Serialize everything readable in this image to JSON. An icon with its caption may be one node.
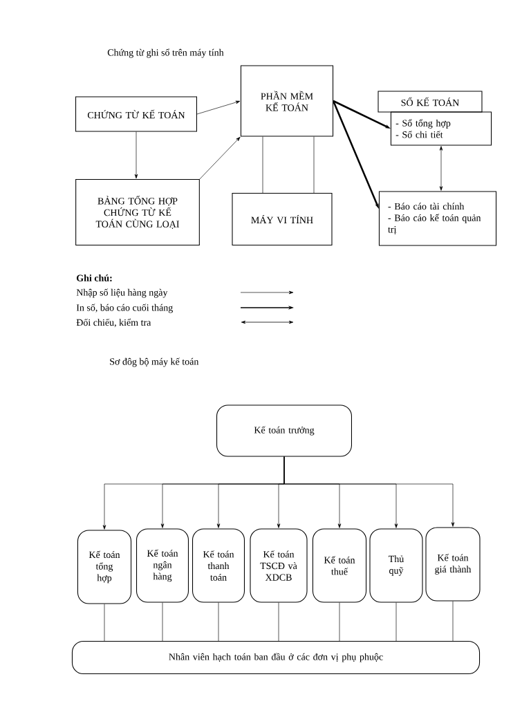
{
  "diagram": {
    "nodes": [
      {
        "text": [
          "CHỨNG TỪ KẾ TOÁN"
        ]
      },
      {
        "text": [
          "BẢNG TỔNG HỢP CHỨNG TỪ KẾ TOÁN CÙNG LOẠI"
        ]
      },
      {
        "text": [
          "PHẦN MỀM KẾ TOÁN"
        ]
      },
      {
        "text": [
          "MÁY VI TÍNH"
        ]
      },
      {
        "text": [
          "SỔ KẾ TOÁN"
        ]
      },
      {
        "text": [
          "- Sổ tổng hợp",
          "- Sổ chi tiết"
        ]
      },
      {
        "text": [
          "- Báo cáo tài chính",
          "- Báo cáo kế toán quản trị"
        ]
      },
      {
        "text": [
          "Kế toán trưởng"
        ]
      },
      {
        "text": [
          "Kế toán tổng hợp"
        ]
      },
      {
        "text": [
          "Kế toán ngân hàng"
        ]
      },
      {
        "text": [
          "Kế toán thanh toán"
        ]
      },
      {
        "text": [
          "Kế toán TSCĐ và XDCB"
        ]
      },
      {
        "text": [
          "Kế toán thuế"
        ]
      },
      {
        "text": [
          "Thủ quỹ"
        ]
      },
      {
        "text": [
          "Kế toán giá thành"
        ]
      },
      {
        "text": [
          "Nhân viên hạch toán ban đầu ở các đơn vị phụ phuộc"
        ]
      }
    ],
    "edges": [
      {
        "from": 0,
        "to": 2,
        "arrow": "to"
      },
      {
        "from": 0,
        "to": 1,
        "arrow": "to"
      },
      {
        "from": 1,
        "to": 2,
        "arrow": "to"
      },
      {
        "from": 2,
        "to": 5,
        "arrow": "to",
        "style": "thick"
      },
      {
        "from": 2,
        "to": 6,
        "arrow": "to",
        "style": "thick"
      },
      {
        "from": 5,
        "to": 6,
        "arrow": "both"
      },
      {
        "from": 2,
        "to": 3,
        "arrow": "none"
      },
      {
        "from": 2,
        "to": 3,
        "arrow": "none"
      },
      {
        "from": 7,
        "to": 8,
        "arrow": "to"
      },
      {
        "from": 7,
        "to": 9,
        "arrow": "to"
      },
      {
        "from": 7,
        "to": 10,
        "arrow": "to"
      },
      {
        "from": 7,
        "to": 11,
        "arrow": "to"
      },
      {
        "from": 7,
        "to": 12,
        "arrow": "to"
      },
      {
        "from": 7,
        "to": 13,
        "arrow": "to"
      },
      {
        "from": 7,
        "to": 14,
        "arrow": "to"
      },
      {
        "from": 8,
        "to": 15,
        "arrow": "none"
      },
      {
        "from": 9,
        "to": 15,
        "arrow": "none"
      },
      {
        "from": 10,
        "to": 15,
        "arrow": "none"
      },
      {
        "from": 11,
        "to": 15,
        "arrow": "none"
      },
      {
        "from": 12,
        "to": 15,
        "arrow": "none"
      },
      {
        "from": 13,
        "to": 15,
        "arrow": "none"
      },
      {
        "from": 14,
        "to": 15,
        "arrow": "none"
      }
    ],
    "labels": [
      "Chứng từ ghi sổ trên máy tính",
      "Ghi chú:",
      "Sơ đôg bộ máy kế toán"
    ],
    "legend": [
      {
        "text": "Nhập số liệu hàng ngày"
      },
      {
        "text": "In số, báo cáo cuối tháng"
      },
      {
        "text": "Đối chiếu, kiểm tra"
      }
    ]
  }
}
